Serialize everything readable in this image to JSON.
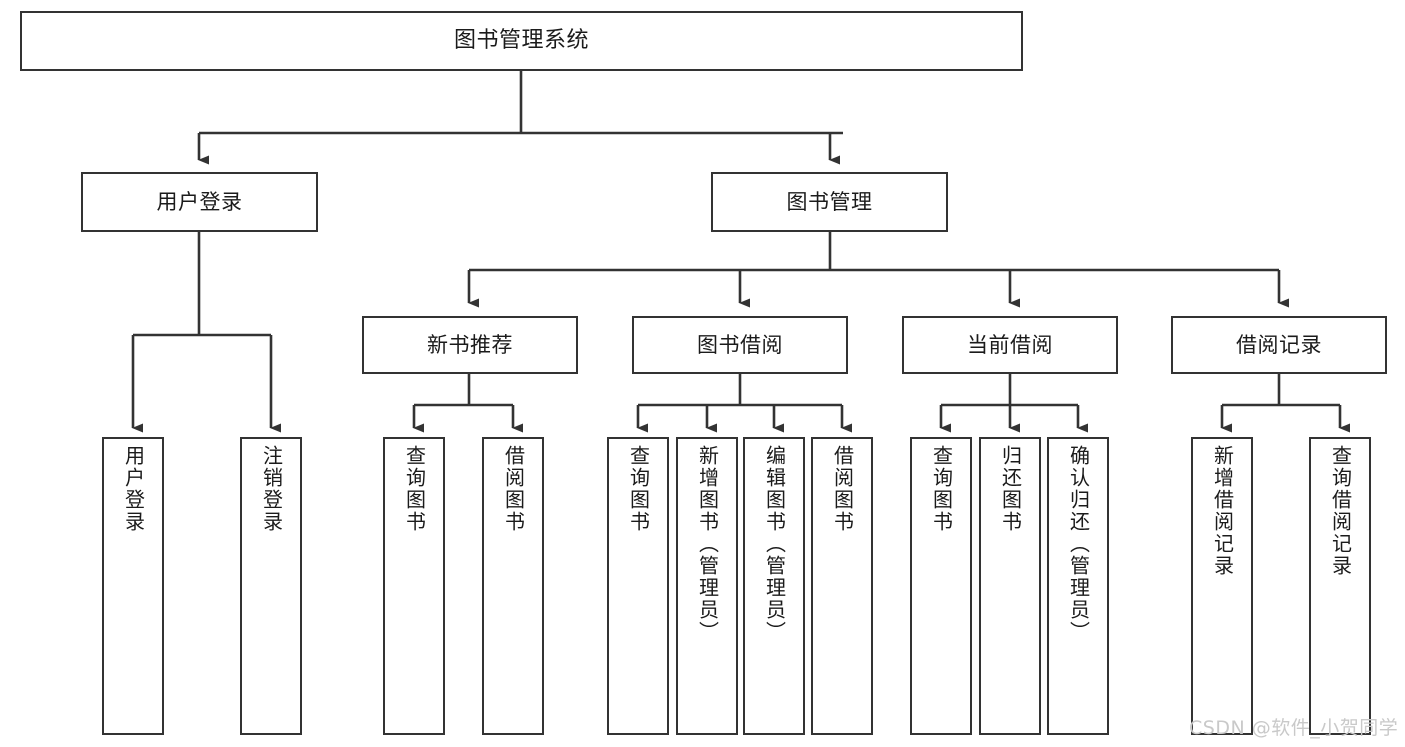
{
  "diagram": {
    "type": "tree-hierarchy-diagram",
    "title": "图书管理系统",
    "stroke_color": "#333333",
    "fill_color": "#ffffff",
    "text_color": "#1b1b1b",
    "root": {
      "label": "图书管理系统"
    },
    "level1": [
      {
        "label": "用户登录"
      },
      {
        "label": "图书管理"
      }
    ],
    "level2": [
      {
        "label": "新书推荐"
      },
      {
        "label": "图书借阅"
      },
      {
        "label": "当前借阅"
      },
      {
        "label": "借阅记录"
      }
    ],
    "leaves": {
      "user_login": [
        {
          "label": "用户登录"
        },
        {
          "label": "注销登录"
        }
      ],
      "new_book_recommend": [
        {
          "label": "查询图书"
        },
        {
          "label": "借阅图书"
        }
      ],
      "book_borrow": [
        {
          "label": "查询图书"
        },
        {
          "label": "新增图书（管理员）"
        },
        {
          "label": "编辑图书（管理员）"
        },
        {
          "label": "借阅图书"
        }
      ],
      "current_borrow": [
        {
          "label": "查询图书"
        },
        {
          "label": "归还图书"
        },
        {
          "label": "确认归还（管理员）"
        }
      ],
      "borrow_record": [
        {
          "label": "新增借阅记录"
        },
        {
          "label": "查询借阅记录"
        }
      ]
    }
  },
  "watermark": {
    "text": "CSDN @软件_小贺同学",
    "color": "#c9c9c9"
  }
}
